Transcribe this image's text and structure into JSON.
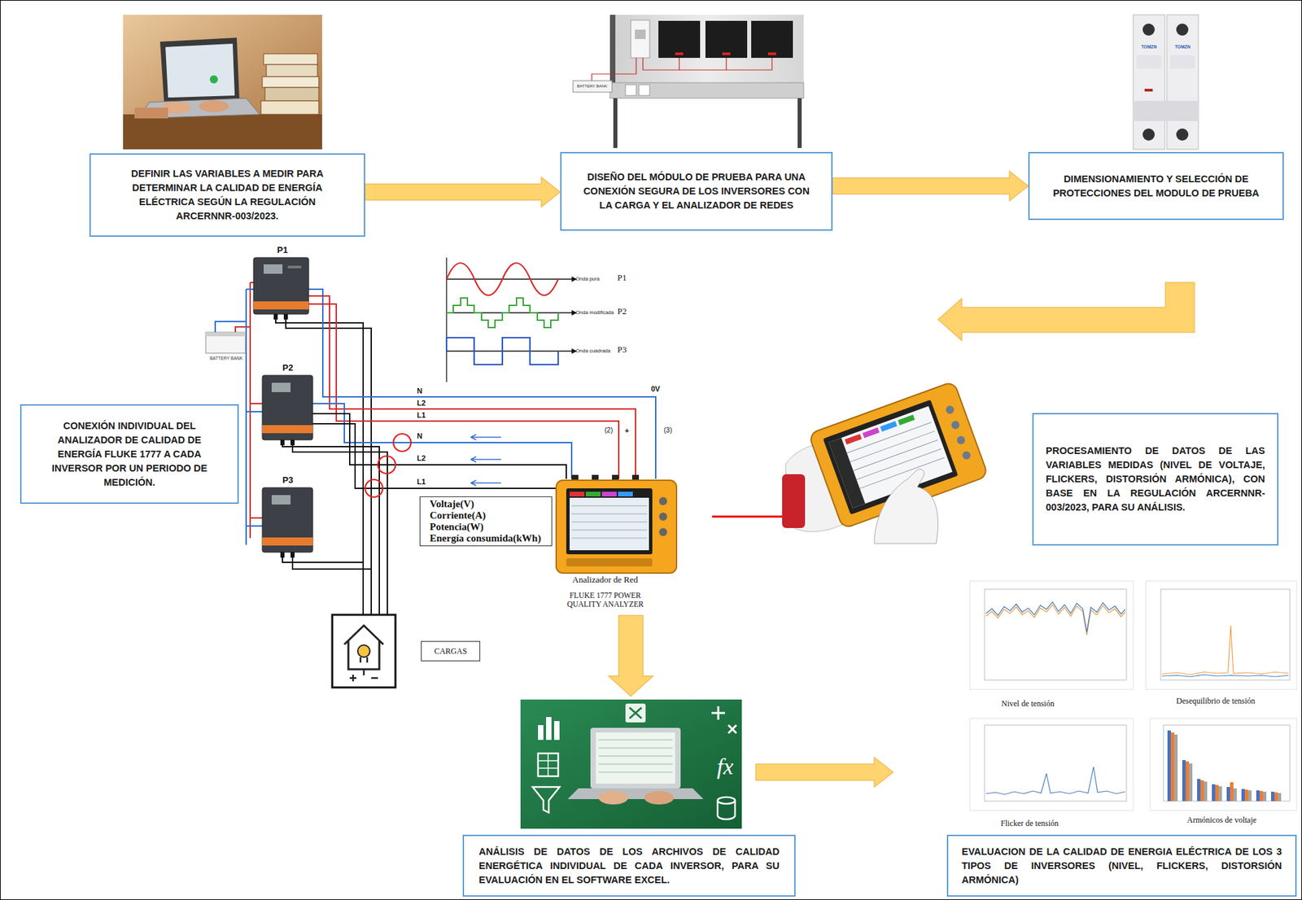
{
  "diagram": {
    "nodes": [
      {
        "text": [
          "DEFINIR LAS VARIABLES A MEDIR PARA DETERMINAR LA CALIDAD DE ENERGÍA ELÉCTRICA SEGÚN LA REGULACIÓN ARCERNNR-003/2023."
        ]
      },
      {
        "text": [
          "DISEÑO DEL MÓDULO DE PRUEBA PARA UNA CONEXIÓN SEGURA DE LOS INVERSORES CON LA CARGA Y EL ANALIZADOR DE REDES"
        ]
      },
      {
        "text": [
          "DIMENSIONAMIENTO Y SELECCIÓN DE PROTECCIONES DEL MODULO DE PRUEBA"
        ]
      },
      {
        "text": [
          "CONEXIÓN INDIVIDUAL DEL ANALIZADOR DE CALIDAD DE ENERGÍA FLUKE 1777 A CADA INVERSOR POR UN PERIODO DE MEDICIÓN."
        ]
      },
      {
        "text": [
          "PROCESAMIENTO DE DATOS DE LAS VARIABLES MEDIDAS (NIVEL DE VOLTAJE, FLICKERS, DISTORSIÓN ARMÓNICA), CON BASE EN LA REGULACIÓN ARCERNNR-003/2023, PARA SU ANÁLISIS."
        ]
      },
      {
        "text": [
          "ANÁLISIS DE DATOS DE LOS ARCHIVOS DE CALIDAD ENERGÉTICA INDIVIDUAL DE CADA INVERSOR, PARA SU EVALUACIÓN EN EL SOFTWARE EXCEL."
        ]
      },
      {
        "text": [
          "EVALUACION DE LA CALIDAD DE ENERGIA ELÉCTRICA DE LOS 3 TIPOS DE INVERSORES (NIVEL, FLICKERS, DISTORSIÓN ARMÓNICA)"
        ]
      },
      {
        "text": [
          "Voltaje(V)",
          "Corriente(A)",
          "Potencia(W)",
          "Energía consumida(kWh)"
        ]
      },
      {
        "text": [
          "CARGAS"
        ]
      }
    ],
    "edges": [
      {
        "from": 0,
        "to": 1,
        "arrow": "to"
      },
      {
        "from": 1,
        "to": 2,
        "arrow": "to"
      }
    ],
    "labels": [
      "BATTERY BANK",
      "TOMZN",
      "TOMZN",
      "P1",
      "BATTERY BANK",
      "P2",
      "P3",
      "Onda pura",
      "P1",
      "Onda modificada",
      "P2",
      "Onda cuadrada",
      "P3",
      "N",
      "L2",
      "L1",
      "0V",
      "+",
      "(2)",
      "(3)",
      "N",
      "L2",
      "L1",
      "Analizador de Red",
      "FLUKE 1777 POWER QUALITY ANALYZER",
      "Nivel de tensión",
      "Desequilibrio de tensión",
      "Flicker de tensión",
      "Armónicos de voltaje",
      "fx"
    ]
  }
}
